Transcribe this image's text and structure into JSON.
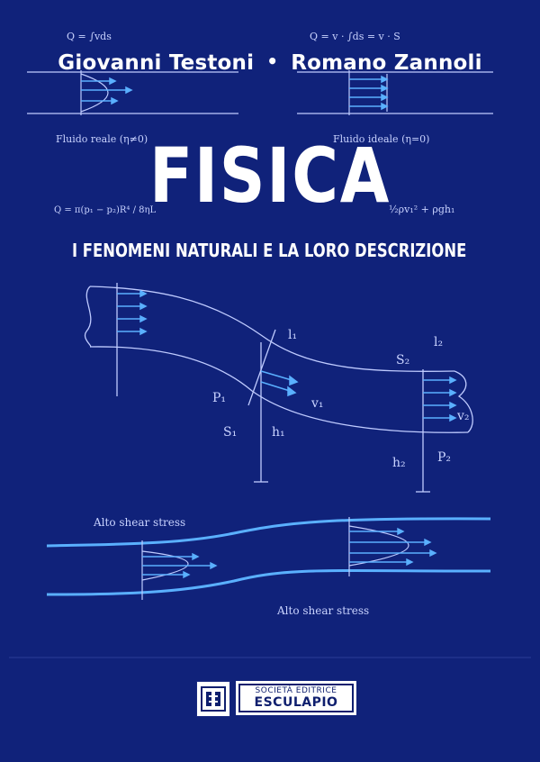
{
  "book": {
    "authors": [
      "Giovanni Testoni",
      "Romano Zannoli"
    ],
    "separator": "•",
    "title": "FISICA",
    "subtitle": "I FENOMENI NATURALI E LA LORO DESCRIZIONE"
  },
  "figures": {
    "formula_left": "Q = ∫vds",
    "formula_right": "Q = v · ∫ds = v · S",
    "label_real": "Fluido reale (η≠0)",
    "label_ideal": "Fluido ideale (η=0)",
    "poiseuille": "Q = π(p₁ − p₂)R⁴ / 8ηL",
    "bernoulli": "½ρv₁² + ρgh₁",
    "pipe_labels": [
      "l₁",
      "l₂",
      "S₂",
      "P₁",
      "v₁",
      "v₂",
      "S₁",
      "h₁",
      "h₂",
      "P₂"
    ],
    "shear_top": "Alto shear stress",
    "shear_bottom": "Alto shear stress"
  },
  "publisher": {
    "line1": "SOCIETÀ EDITRICE",
    "line2": "ESCULAPIO",
    "logo_icon": "esculapio-logo-icon"
  },
  "colors": {
    "background": "#10227a",
    "line": "#bfcbff",
    "arrow": "#5ab0ff",
    "text": "#ffffff"
  }
}
